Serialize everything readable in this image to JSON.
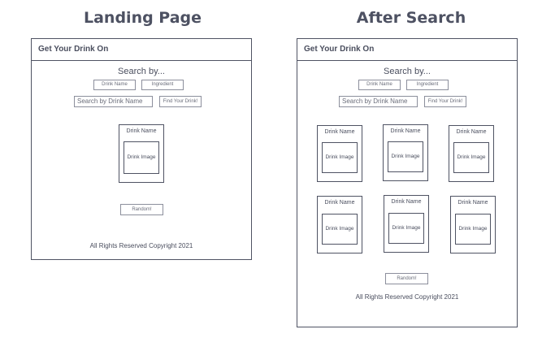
{
  "panels": {
    "landing": {
      "title": "Landing Page",
      "header": "Get Your Drink On",
      "search_label": "Search by...",
      "drink_name_button": "Drink Name",
      "ingredient_button": "Ingredient",
      "search_placeholder": "Search by Drink Name",
      "find_button": "Find Your Drink!",
      "card": {
        "name": "Drink Name",
        "image": "Drink Image"
      },
      "random_button": "Random!",
      "footer": "All Rights Reserved Copyright 2021"
    },
    "after_search": {
      "title": "After Search",
      "header": "Get Your Drink On",
      "search_label": "Search by...",
      "drink_name_button": "Drink Name",
      "ingredient_button": "Ingredient",
      "search_placeholder": "Search by Drink Name",
      "find_button": "Find Your Drink!",
      "cards": [
        {
          "name": "Drink Name",
          "image": "Drink Image"
        },
        {
          "name": "Drink Name",
          "image": "Drink Image"
        },
        {
          "name": "Drink Name",
          "image": "Drink Image"
        },
        {
          "name": "Drink Name",
          "image": "Drink Image"
        },
        {
          "name": "Drink Name",
          "image": "Drink Image"
        },
        {
          "name": "Drink Name",
          "image": "Drink Image"
        }
      ],
      "random_button": "Random!",
      "footer": "All Rights Reserved Copyright 2021"
    }
  }
}
